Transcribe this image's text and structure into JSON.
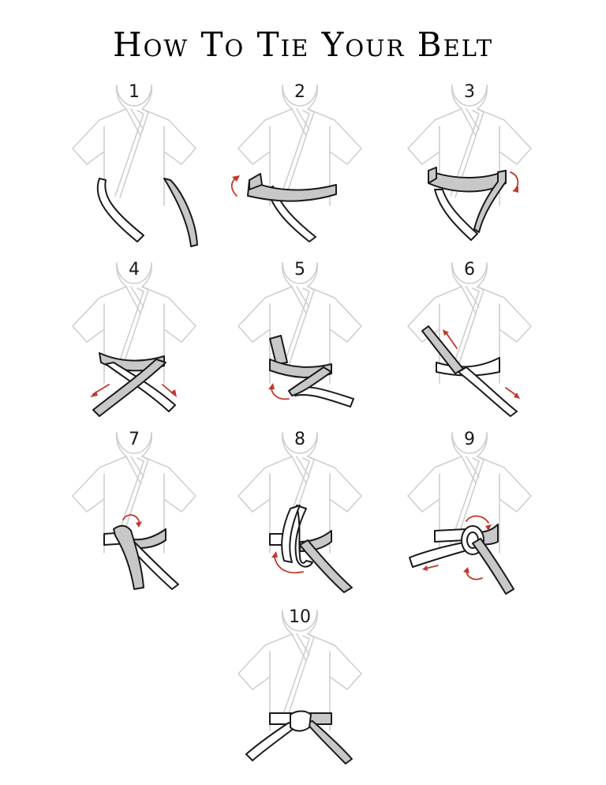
{
  "title": "How To Tie Your Belt",
  "colors": {
    "gi_outline": "#cfcfcf",
    "belt_outline": "#1a1a1a",
    "belt_gray": "#c8c8c8",
    "belt_white": "#ffffff",
    "arrow_red": "#c0392b"
  },
  "steps": [
    {
      "number": "1",
      "icon": "belt-ends-hanging"
    },
    {
      "number": "2",
      "icon": "belt-wrap-around-waist-arrow"
    },
    {
      "number": "3",
      "icon": "belt-second-wrap-arrow"
    },
    {
      "number": "4",
      "icon": "belt-ends-crossed-arrows"
    },
    {
      "number": "5",
      "icon": "belt-end-tucked-under-arrow"
    },
    {
      "number": "6",
      "icon": "belt-ends-pulled-arrows"
    },
    {
      "number": "7",
      "icon": "belt-end-folded-over-arrow"
    },
    {
      "number": "8",
      "icon": "belt-loop-formed-arrow"
    },
    {
      "number": "9",
      "icon": "belt-knot-tightened-arrows"
    },
    {
      "number": "10",
      "icon": "belt-finished-knot"
    }
  ]
}
